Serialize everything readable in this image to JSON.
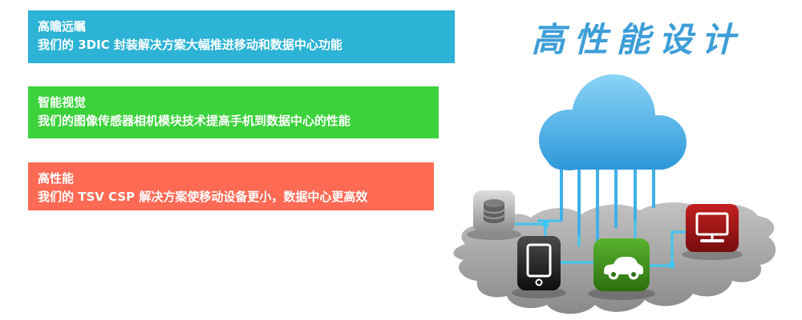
{
  "headline": {
    "text": "高性能设计",
    "color": "#3d9ed8"
  },
  "banners": [
    {
      "title": "高瞻远瞩",
      "subtitle": "我们的 3DIC 封装解决方案大幅推进移动和数据中心功能",
      "color": "#2cb3d6"
    },
    {
      "title": "智能视觉",
      "subtitle": "我们的图像传感器相机模块技术提高手机到数据中心的性能",
      "color": "#3bd23b"
    },
    {
      "title": "高性能",
      "subtitle": "我们的 TSV CSP 解决方案使移动设备更小，数据中心更高效",
      "color": "#ff6a55"
    }
  ],
  "illustration": {
    "cloud_color": "#3fa8e6",
    "circuit_color": "#3ec6f2",
    "blob_color": "#a7a7a7",
    "icons": [
      "cloud-icon",
      "database-icon",
      "tablet-icon",
      "car-icon",
      "laptop-icon"
    ]
  }
}
